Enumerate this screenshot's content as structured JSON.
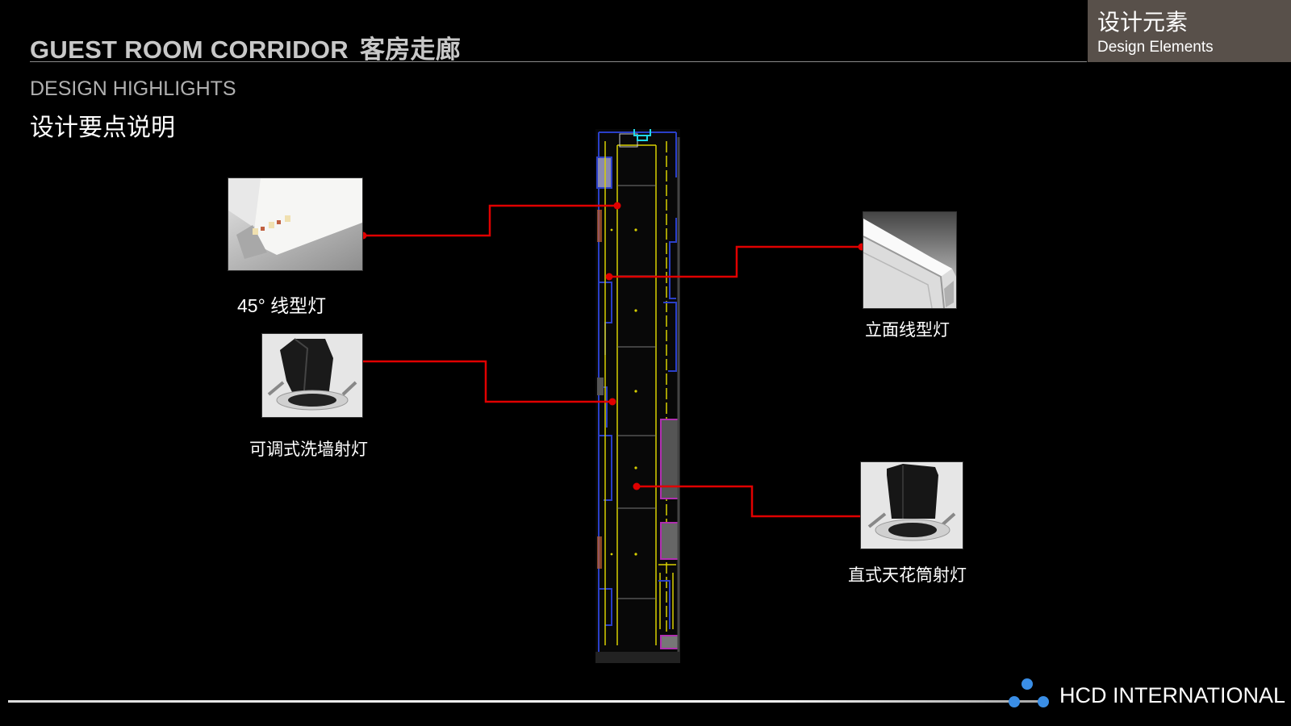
{
  "header": {
    "title_en": "GUEST ROOM CORRIDOR",
    "title_cn": "客房走廊",
    "badge_cn": "设计元素",
    "badge_en": "Design Elements"
  },
  "section": {
    "subtitle_en": "DESIGN HIGHLIGHTS",
    "subtitle_cn": "设计要点说明"
  },
  "fixtures": [
    {
      "label": "45°  线型灯",
      "icon": "corner-linear-light-icon"
    },
    {
      "label": "可调式洗墙射灯",
      "icon": "adjustable-wall-wash-spotlight-icon"
    },
    {
      "label": "立面线型灯",
      "icon": "facade-linear-light-icon"
    },
    {
      "label": "直式天花筒射灯",
      "icon": "ceiling-downlight-icon"
    }
  ],
  "footer": {
    "brand": "HCD INTERNATIONAL"
  },
  "colors": {
    "leader_line": "#e00000",
    "badge_bg": "#58504a",
    "plan_yellow": "#d8d000",
    "plan_blue": "#2a3fc8",
    "plan_magenta": "#b030b0",
    "logo_blue": "#3a8ee6"
  }
}
